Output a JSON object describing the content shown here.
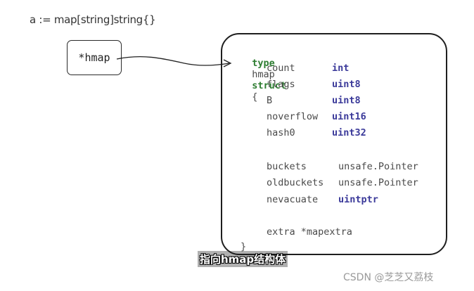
{
  "declaration": "a := map[string]string{}",
  "pointer_label": "*hmap",
  "struct": {
    "header_kw_type": "type",
    "header_name": "hmap",
    "header_kw_struct": "struct",
    "header_open": "{",
    "fields_group1": [
      {
        "name": "count",
        "type": "int"
      },
      {
        "name": "flags",
        "type": "uint8"
      },
      {
        "name": "B",
        "type": "uint8"
      },
      {
        "name": "noverflow",
        "type": "uint16"
      },
      {
        "name": "hash0",
        "type": "uint32"
      }
    ],
    "fields_group2": [
      {
        "name": "buckets",
        "type": "unsafe.Pointer"
      },
      {
        "name": "oldbuckets",
        "type": "unsafe.Pointer"
      },
      {
        "name": "nevacuate",
        "type": "uintptr"
      }
    ],
    "extra_line": "extra *mapextra",
    "close": "}"
  },
  "subtitle": "指向hmap结构体",
  "watermark": "CSDN @芝芝又荔枝",
  "colors": {
    "keyword": "#2e7d32",
    "builtin_type": "#3b3a9a",
    "border": "#1e1e1e"
  }
}
